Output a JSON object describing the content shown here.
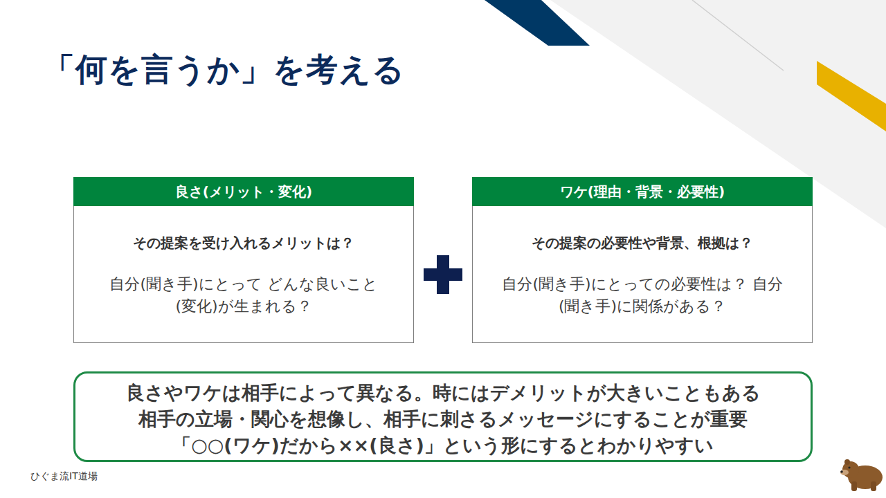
{
  "diagram": {
    "title": "「何を言うか」を考える",
    "nodes": [
      {
        "text": [
          "良さ(メリット・変化)",
          "その提案を受け入れるメリットは？",
          "自分(聞き手)にとって どんな良いこと(変化)が生まれる？"
        ]
      },
      {
        "text": [
          "ワケ(理由・背景・必要性)",
          "その提案の必要性や背景、根拠は？",
          "自分(聞き手)にとっての必要性は？ 自分(聞き手)に関係がある？"
        ]
      },
      {
        "text": [
          "良さやワケは相手によって異なる。時にはデメリットが大きいこともある",
          "相手の立場・関心を想像し、相手に刺さるメッセージにすることが重要",
          "「○○(ワケ)だから××(良さ)」という形にするとわかりやすい"
        ]
      }
    ],
    "labels": [
      "ひぐま流IT道場"
    ]
  }
}
